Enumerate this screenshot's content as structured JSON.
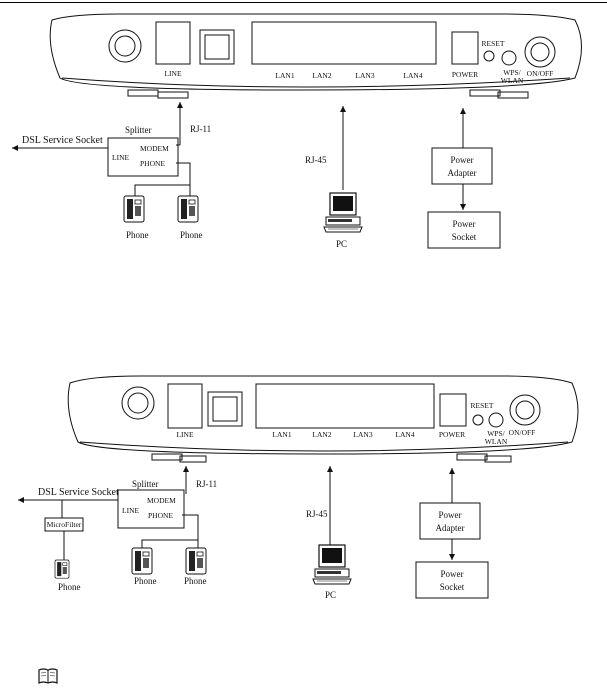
{
  "diagrams": [
    {
      "router": {
        "ports": {
          "line": "LINE",
          "lan1": "LAN1",
          "lan2": "LAN2",
          "lan3": "LAN3",
          "lan4": "LAN4",
          "power": "POWER",
          "reset": "RESET",
          "wps_1": "WPS/",
          "wps_2": "WLAN",
          "onoff": "ON/OFF"
        }
      },
      "dsl_socket": "DSL Service Socket",
      "splitter": {
        "title": "Splitter",
        "line": "LINE",
        "modem": "MODEM",
        "phone": "PHONE"
      },
      "rj11": "RJ-11",
      "rj45": "RJ-45",
      "pc": "PC",
      "phones": [
        "Phone",
        "Phone"
      ],
      "power_adapter_1": "Power",
      "power_adapter_2": "Adapter",
      "power_socket_1": "Power",
      "power_socket_2": "Socket"
    },
    {
      "router": {
        "ports": {
          "line": "LINE",
          "lan1": "LAN1",
          "lan2": "LAN2",
          "lan3": "LAN3",
          "lan4": "LAN4",
          "power": "POWER",
          "reset": "RESET",
          "wps_1": "WPS/",
          "wps_2": "WLAN",
          "onoff": "ON/OFF"
        }
      },
      "dsl_socket": "DSL Service Socket",
      "splitter": {
        "title": "Splitter",
        "line": "LINE",
        "modem": "MODEM",
        "phone": "PHONE"
      },
      "microfilter": "MicroFilter",
      "rj11": "RJ-11",
      "rj45": "RJ-45",
      "pc": "PC",
      "phones": [
        "Phone",
        "Phone",
        "Phone"
      ],
      "power_adapter_1": "Power",
      "power_adapter_2": "Adapter",
      "power_socket_1": "Power",
      "power_socket_2": "Socket"
    }
  ],
  "note_icon": "book-icon"
}
